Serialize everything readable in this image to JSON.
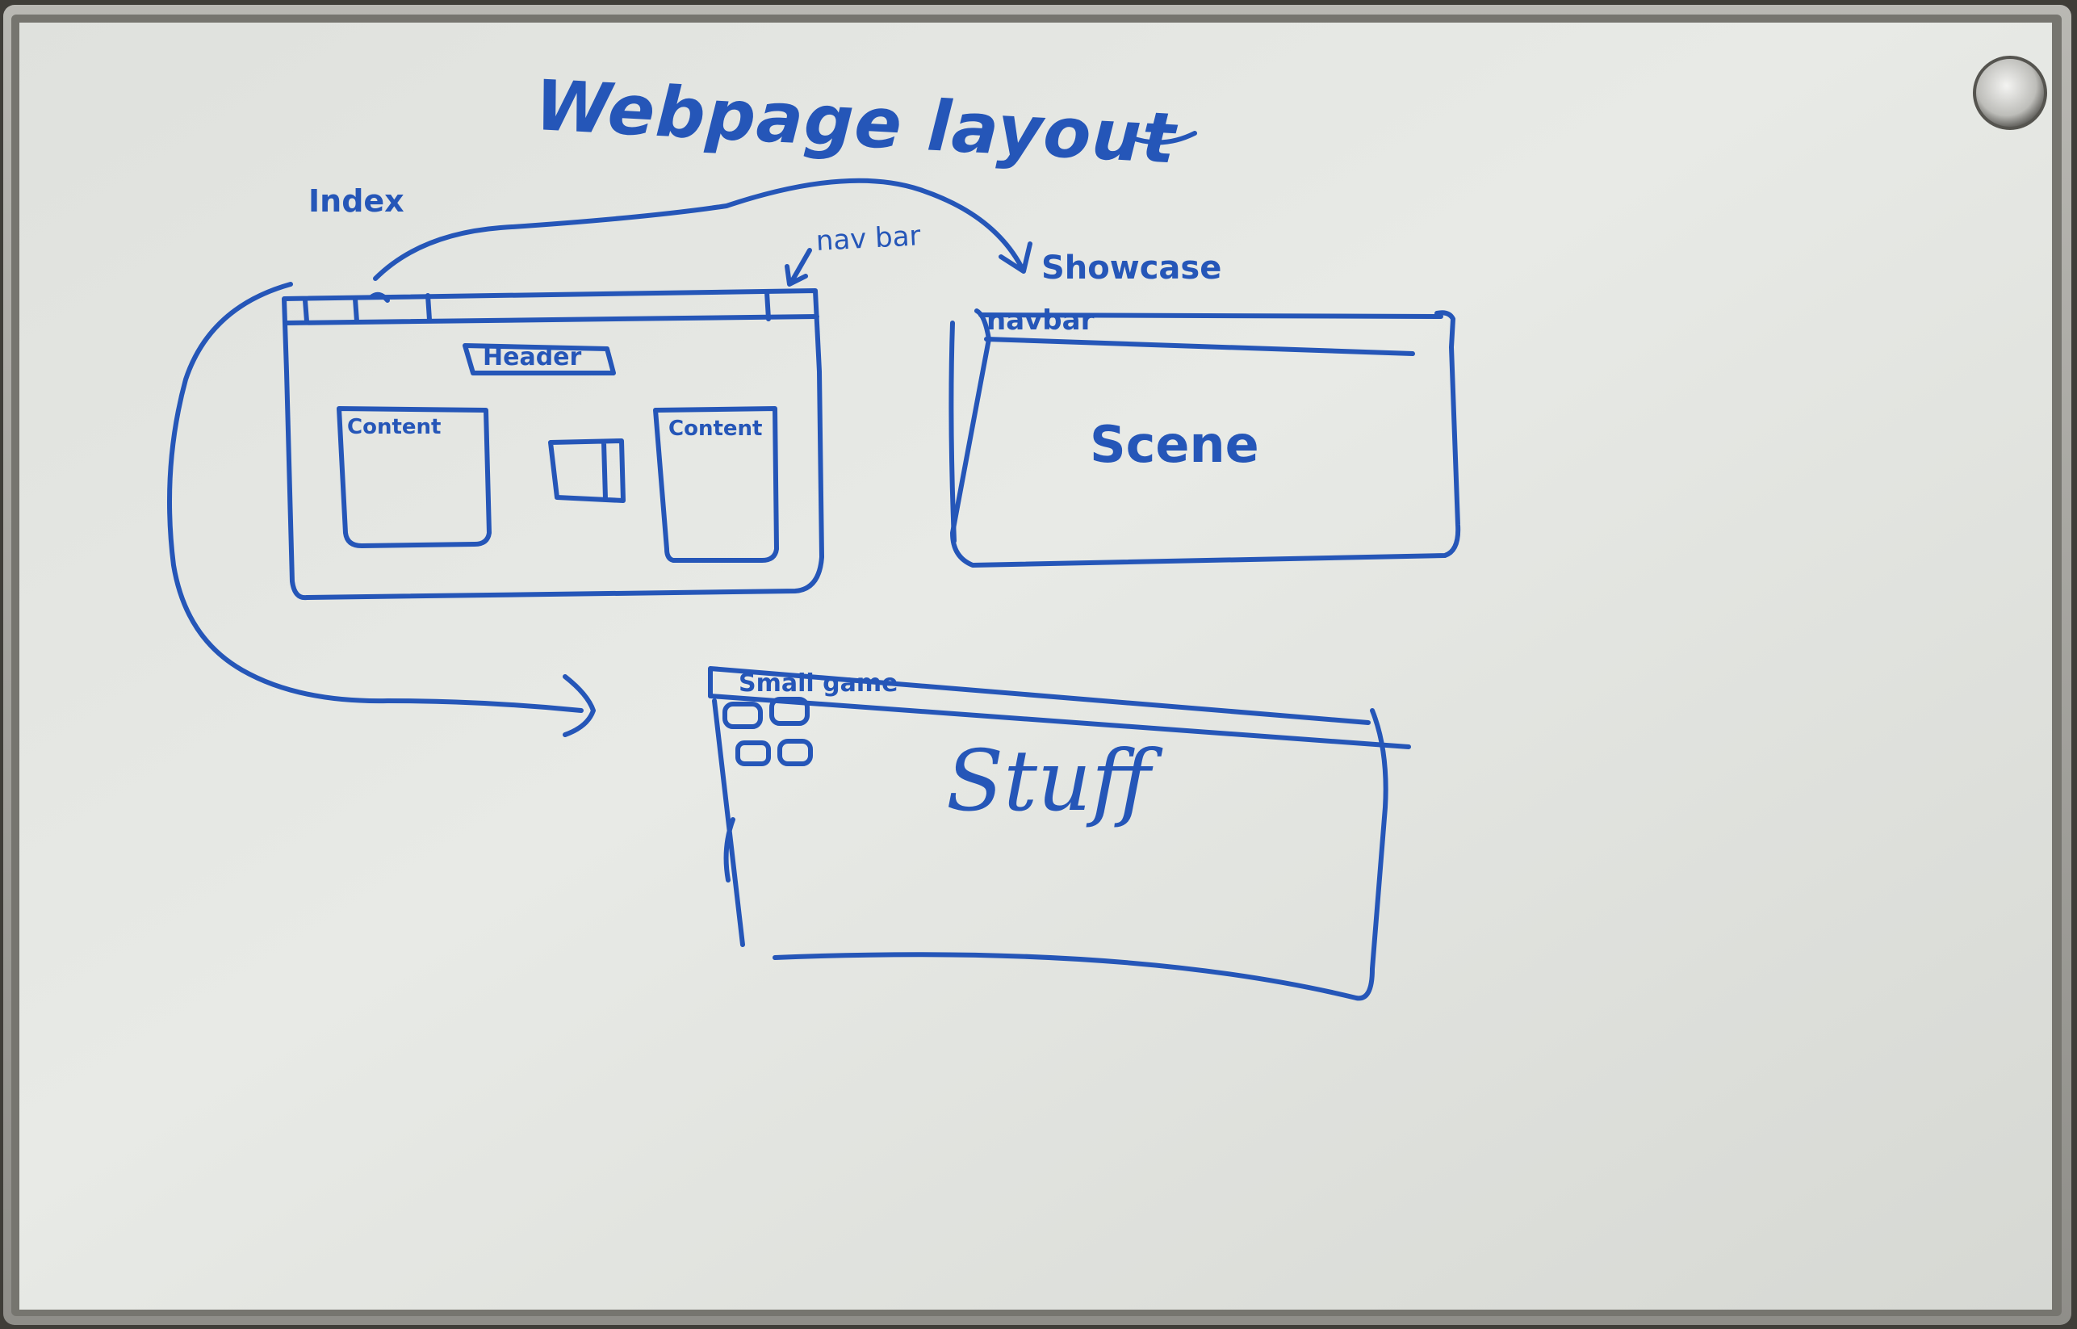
{
  "whiteboard": {
    "title": "Webpage layout",
    "colors": {
      "marker": "#2556b8",
      "board": "#e4e6e2",
      "frame": "#9c9c97",
      "background": "#3f3d38"
    },
    "index_sketch": {
      "label": "Index",
      "navbar_note": "nav bar",
      "header": "Header",
      "content_left": "Content",
      "content_right": "Content"
    },
    "showcase_sketch": {
      "label": "Showcase",
      "navbar": "navbar",
      "body": "Scene"
    },
    "small_game_sketch": {
      "label": "Small game",
      "body": "Stuff"
    }
  }
}
